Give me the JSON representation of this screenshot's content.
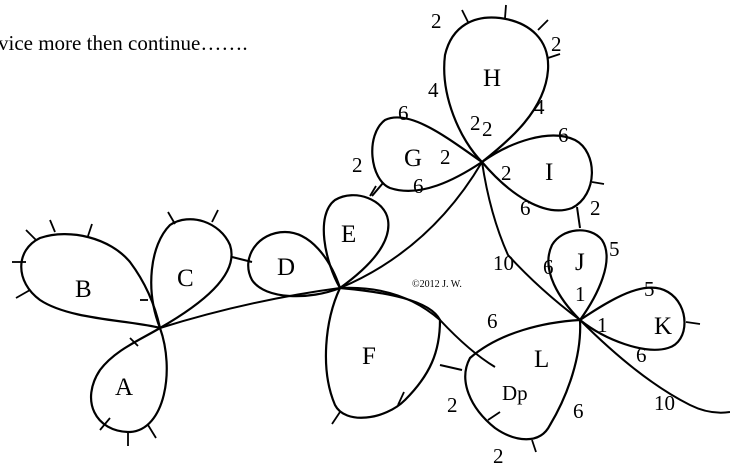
{
  "instruction": "vice more then continue…….",
  "copyright": "©2012 J. W.",
  "rings": {
    "A": "A",
    "B": "B",
    "C": "C",
    "D": "D",
    "E": "E",
    "F": "F",
    "G": "G",
    "H": "H",
    "I": "I",
    "J": "J",
    "K": "K",
    "L": "L",
    "Dp": "Dp"
  },
  "counts": {
    "h_top_left": "2",
    "h_top_right": "2",
    "h_left": "4",
    "h_right": "4",
    "h_inner_left": "2",
    "h_inner_right": "2",
    "g_top": "6",
    "g_left": "2",
    "g_bottom": "6",
    "g_inner": "2",
    "i_top": "6",
    "i_inner": "2",
    "i_right": "2",
    "i_bottom": "6",
    "j_left": "6",
    "j_right": "5",
    "j_bottom": "1",
    "k_top": "5",
    "k_left": "1",
    "k_bottom": "6",
    "thread_left": "10",
    "thread_right": "10",
    "l_top": "6",
    "l_left": "2",
    "l_right": "6",
    "l_bottom": "2"
  }
}
